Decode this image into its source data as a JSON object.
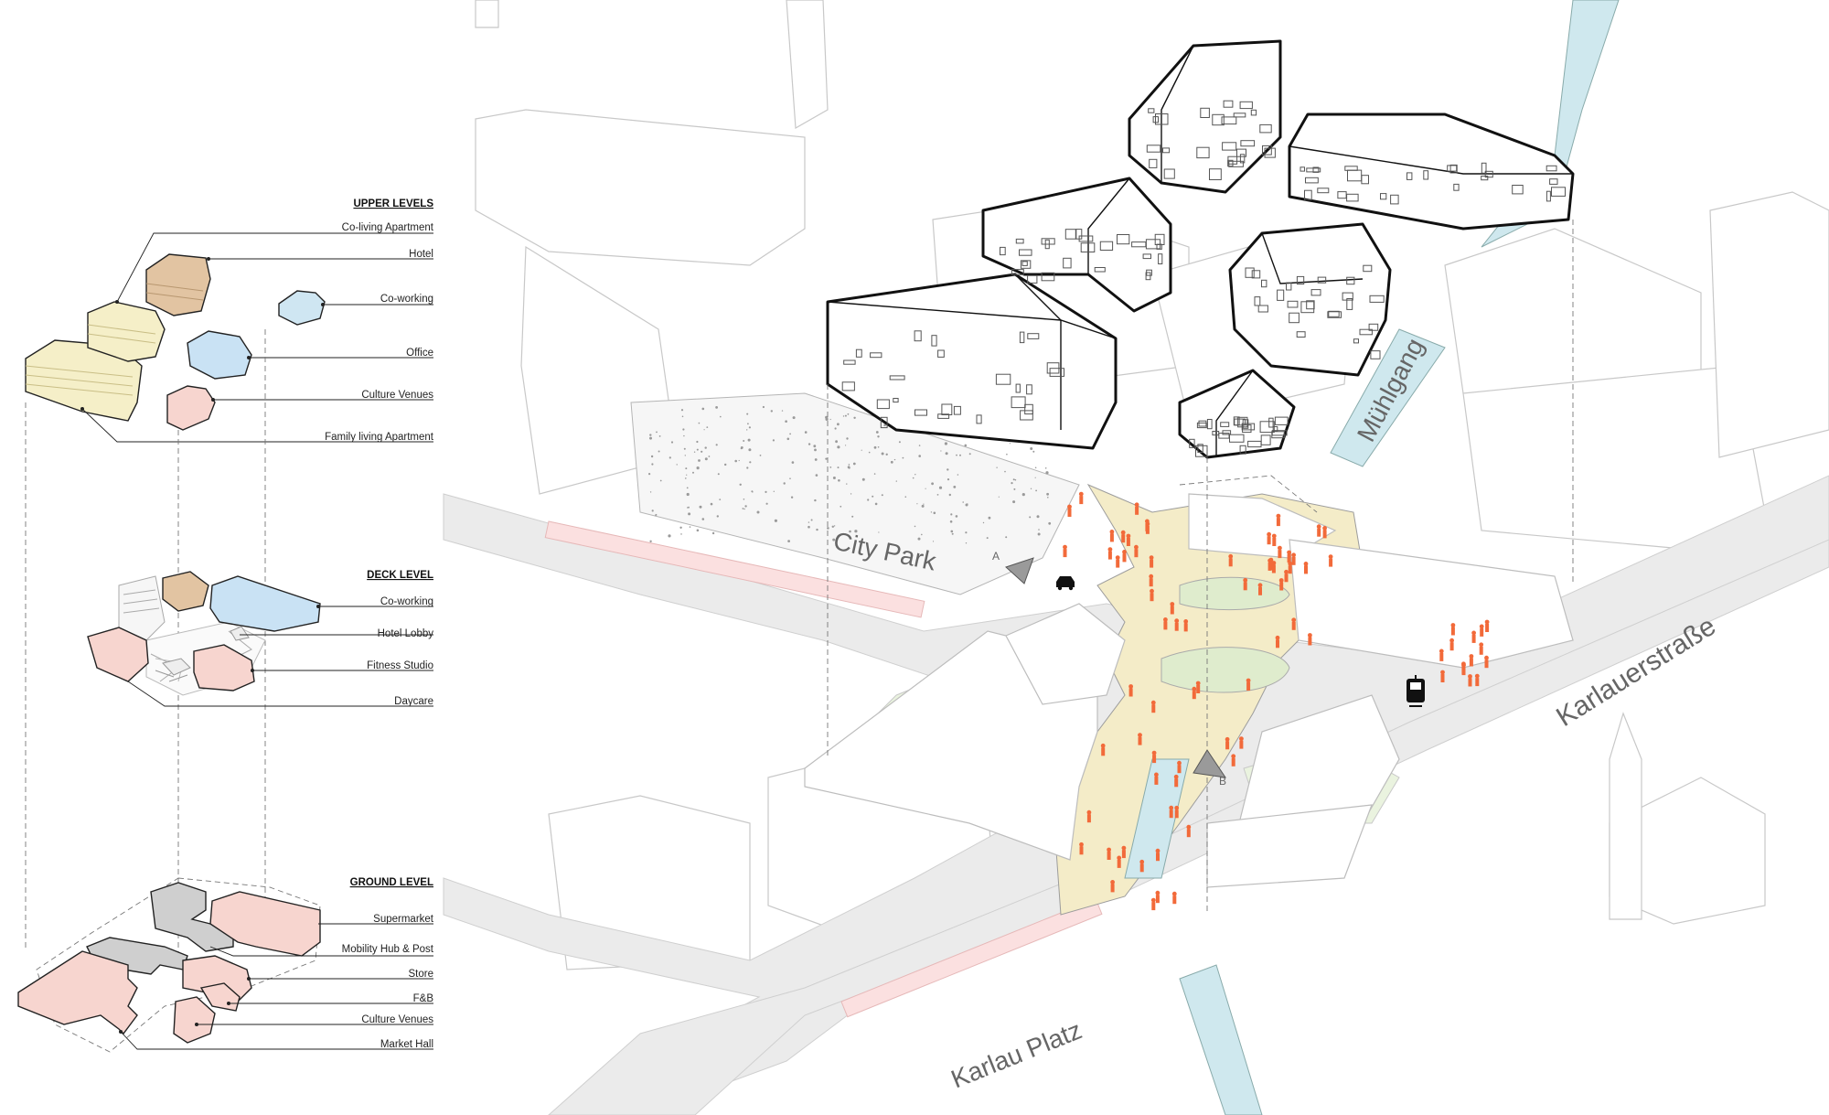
{
  "legend": {
    "upper": {
      "heading": "UPPER LEVELS",
      "items": [
        "Co-living Apartment",
        "Hotel",
        "Co-working",
        "Office",
        "Culture Venues",
        "Family living Apartment"
      ]
    },
    "deck": {
      "heading": "DECK LEVEL",
      "items": [
        "Co-working",
        "Hotel Lobby",
        "Fitness Studio",
        "Daycare"
      ]
    },
    "ground": {
      "heading": "GROUND LEVEL",
      "items": [
        "Supermarket",
        "Mobility Hub & Post",
        "Store",
        "F&B",
        "Culture Venues",
        "Market Hall"
      ]
    }
  },
  "map_labels": {
    "city_park": "City Park",
    "muehlgang": "Mühlgang",
    "karlauerstrasse": "Karlauerstraße",
    "karlau_platz": "Karlau Platz",
    "section_a": "A",
    "section_b": "B"
  },
  "colors": {
    "co_living": "#f5efc8",
    "hotel": "#e2c4a2",
    "co_working": "#cfe6f2",
    "office": "#c9e2f4",
    "culture": "#f7d5cf",
    "family": "#f5efc8",
    "supermarket": "#f7d5cf",
    "mobility": "#cfcfcf",
    "plaza": "#f4ecc8",
    "green": "#eaf3df",
    "water": "#cfe8ee",
    "people": "#f26a3a"
  },
  "icons": [
    "car-icon",
    "tram-icon",
    "section-marker-icon"
  ]
}
